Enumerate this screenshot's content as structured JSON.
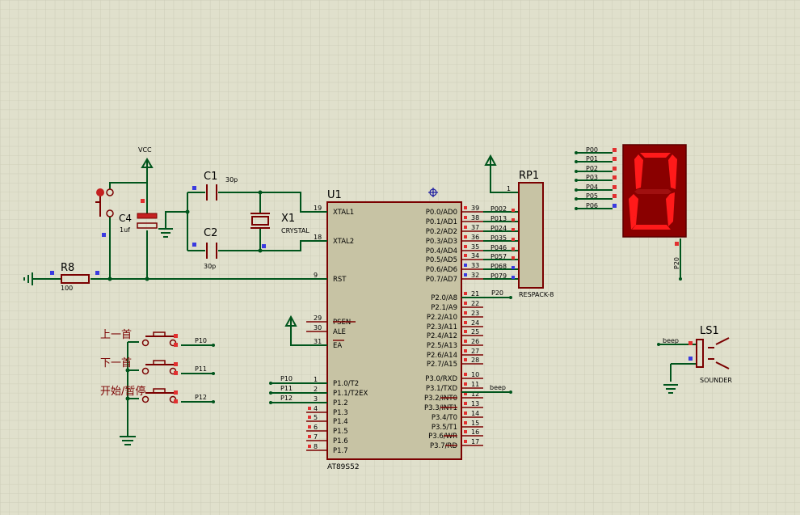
{
  "components": {
    "vcc": {
      "label": "VCC"
    },
    "c4": {
      "ref": "C4",
      "value": "1uf"
    },
    "r8": {
      "ref": "R8",
      "value": "100"
    },
    "c1": {
      "ref": "C1",
      "value": "30p"
    },
    "c2": {
      "ref": "C2",
      "value": "30p"
    },
    "x1": {
      "ref": "X1",
      "value": "CRYSTAL"
    },
    "u1": {
      "ref": "U1",
      "part": "AT89S52"
    },
    "rp1": {
      "ref": "RP1",
      "part": "RESPACK-8",
      "pin1": "1"
    },
    "ls1": {
      "ref": "LS1",
      "part": "SOUNDER"
    }
  },
  "mcu": {
    "left_pins": [
      {
        "num": "19",
        "name": "XTAL1"
      },
      {
        "num": "18",
        "name": "XTAL2"
      },
      {
        "num": "9",
        "name": "RST"
      },
      {
        "num": "29",
        "name": "PSEN"
      },
      {
        "num": "30",
        "name": "ALE"
      },
      {
        "num": "31",
        "name": "EA"
      },
      {
        "num": "1",
        "name": "P1.0/T2"
      },
      {
        "num": "2",
        "name": "P1.1/T2EX"
      },
      {
        "num": "3",
        "name": "P1.2"
      },
      {
        "num": "4",
        "name": "P1.3"
      },
      {
        "num": "5",
        "name": "P1.4"
      },
      {
        "num": "6",
        "name": "P1.5"
      },
      {
        "num": "7",
        "name": "P1.6"
      },
      {
        "num": "8",
        "name": "P1.7"
      }
    ],
    "right_pins": [
      {
        "num": "39",
        "name": "P0.0/AD0"
      },
      {
        "num": "38",
        "name": "P0.1/AD1"
      },
      {
        "num": "37",
        "name": "P0.2/AD2"
      },
      {
        "num": "36",
        "name": "P0.3/AD3"
      },
      {
        "num": "35",
        "name": "P0.4/AD4"
      },
      {
        "num": "34",
        "name": "P0.5/AD5"
      },
      {
        "num": "33",
        "name": "P0.6/AD6"
      },
      {
        "num": "32",
        "name": "P0.7/AD7"
      },
      {
        "num": "21",
        "name": "P2.0/A8"
      },
      {
        "num": "22",
        "name": "P2.1/A9"
      },
      {
        "num": "23",
        "name": "P2.2/A10"
      },
      {
        "num": "24",
        "name": "P2.3/A11"
      },
      {
        "num": "25",
        "name": "P2.4/A12"
      },
      {
        "num": "26",
        "name": "P2.5/A13"
      },
      {
        "num": "27",
        "name": "P2.6/A14"
      },
      {
        "num": "28",
        "name": "P2.7/A15"
      },
      {
        "num": "10",
        "name": "P3.0/RXD"
      },
      {
        "num": "11",
        "name": "P3.1/TXD"
      },
      {
        "num": "12",
        "name": "P3.2/INT0"
      },
      {
        "num": "13",
        "name": "P3.3/INT1"
      },
      {
        "num": "14",
        "name": "P3.4/T0"
      },
      {
        "num": "15",
        "name": "P3.5/T1"
      },
      {
        "num": "16",
        "name": "P3.6/WR"
      },
      {
        "num": "17",
        "name": "P3.7/RD"
      }
    ]
  },
  "rp_nets": [
    "P002",
    "P013",
    "P024",
    "P035",
    "P046",
    "P057",
    "P068",
    "P079"
  ],
  "display": {
    "pins": [
      "P00",
      "P01",
      "P02",
      "P03",
      "P04",
      "P05",
      "P06"
    ],
    "digit": "0",
    "common_net": "P20",
    "segment_color": "#ff1a1a",
    "body_color": "#8a0000"
  },
  "nets": {
    "p20": "P20",
    "beep": "beep",
    "p10": "P10",
    "p11": "P11",
    "p12": "P12"
  },
  "buttons": [
    {
      "label": "上一首",
      "net": "P10"
    },
    {
      "label": "下一首",
      "net": "P11"
    },
    {
      "label": "开始/暂停",
      "net": "P12"
    }
  ]
}
